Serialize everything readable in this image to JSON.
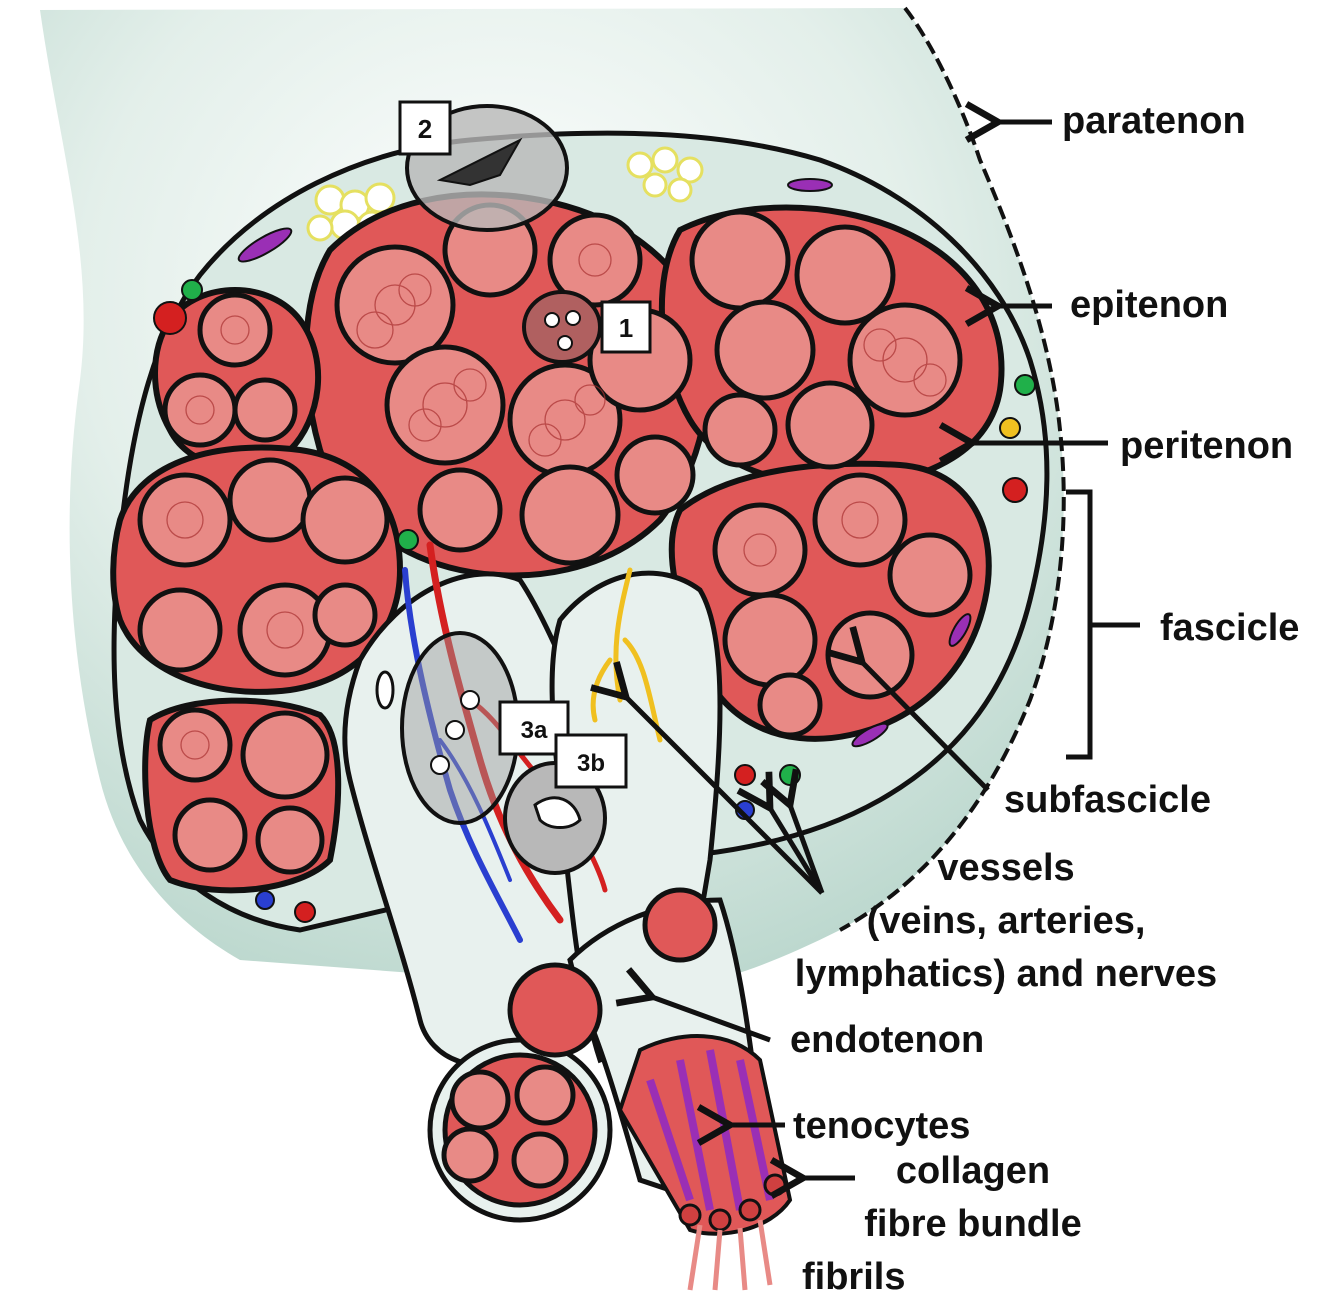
{
  "labels": {
    "paratenon": "paratenon",
    "epitenon": "epitenon",
    "peritenon": "peritenon",
    "fascicle": "fascicle",
    "subfascicle": "subfascicle",
    "vessels_line1": "vessels",
    "vessels_line2": "(veins, arteries,",
    "vessels_line3": "lymphatics) and nerves",
    "endotenon": "endotenon",
    "tenocytes": "tenocytes",
    "collagen_line1": "collagen",
    "collagen_line2": "fibre bundle",
    "fibrils": "fibrils"
  },
  "tags": {
    "t1": "1",
    "t2": "2",
    "t3a": "3a",
    "t3b": "3b"
  },
  "colors": {
    "tissue_green": "#cfe3dc",
    "fascicle_red": "#e05858",
    "subfascicle_pink": "#e88a86",
    "outline": "#111111",
    "artery": "#d42020",
    "vein": "#2a3fd0",
    "nerve": "#f0c020",
    "tenocyte_purple": "#9a2fb5",
    "fat_yellow": "#f5f07a",
    "marker_gray": "#b8b8b8"
  }
}
